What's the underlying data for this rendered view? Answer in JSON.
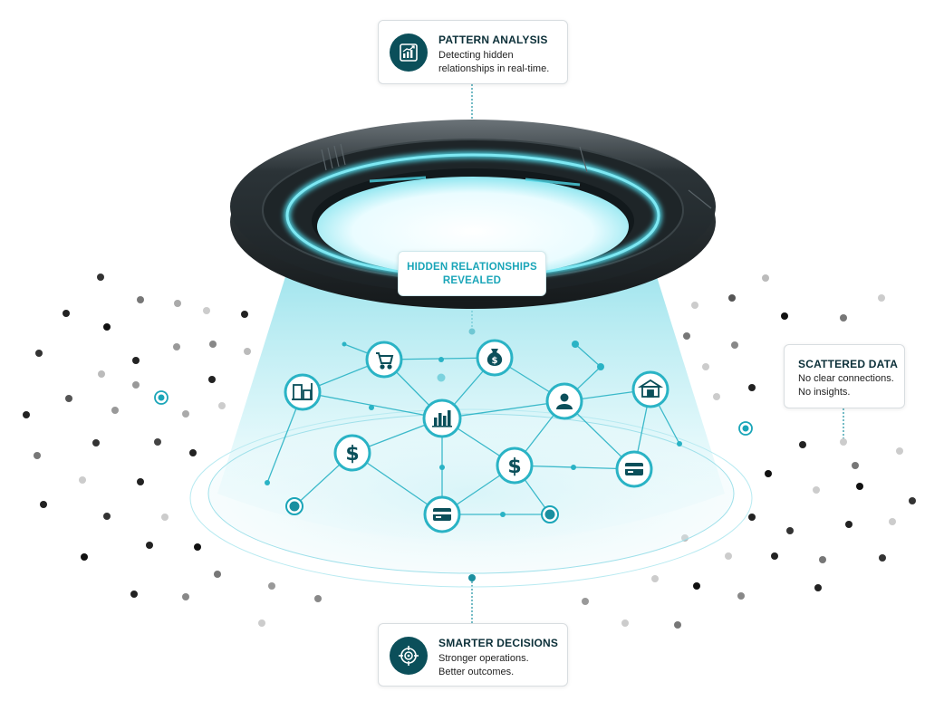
{
  "callouts": {
    "top": {
      "title": "PATTERN ANALYSIS",
      "line1": "Detecting hidden",
      "line2": "relationships in real-time.",
      "icon": "chart-growth-icon"
    },
    "center": {
      "line1": "HIDDEN RELATIONSHIPS",
      "line2": "REVEALED"
    },
    "right": {
      "title": "SCATTERED DATA",
      "line1": "No clear connections.",
      "line2": "No insights."
    },
    "bottom": {
      "title": "SMARTER DECISIONS",
      "line1": "Stronger operations.",
      "line2": "Better outcomes.",
      "icon": "target-icon"
    }
  },
  "network": {
    "nodes": [
      {
        "id": "cart",
        "icon": "shopping-cart-icon"
      },
      {
        "id": "money-bag",
        "icon": "money-bag-icon"
      },
      {
        "id": "inventory",
        "icon": "inventory-icon"
      },
      {
        "id": "bar-chart",
        "icon": "bar-chart-icon"
      },
      {
        "id": "user",
        "icon": "user-icon"
      },
      {
        "id": "store",
        "icon": "store-icon"
      },
      {
        "id": "dollar-left",
        "icon": "dollar-icon"
      },
      {
        "id": "dollar-right",
        "icon": "dollar-icon"
      },
      {
        "id": "card-right",
        "icon": "credit-card-icon"
      },
      {
        "id": "card-bottom",
        "icon": "credit-card-icon"
      }
    ]
  },
  "colors": {
    "accent": "#1aa5b8",
    "dark_teal": "#0b4f5a",
    "ring_dark": "#2a3236",
    "glow": "#4fd6e6",
    "beam": "#a9e6ee"
  }
}
